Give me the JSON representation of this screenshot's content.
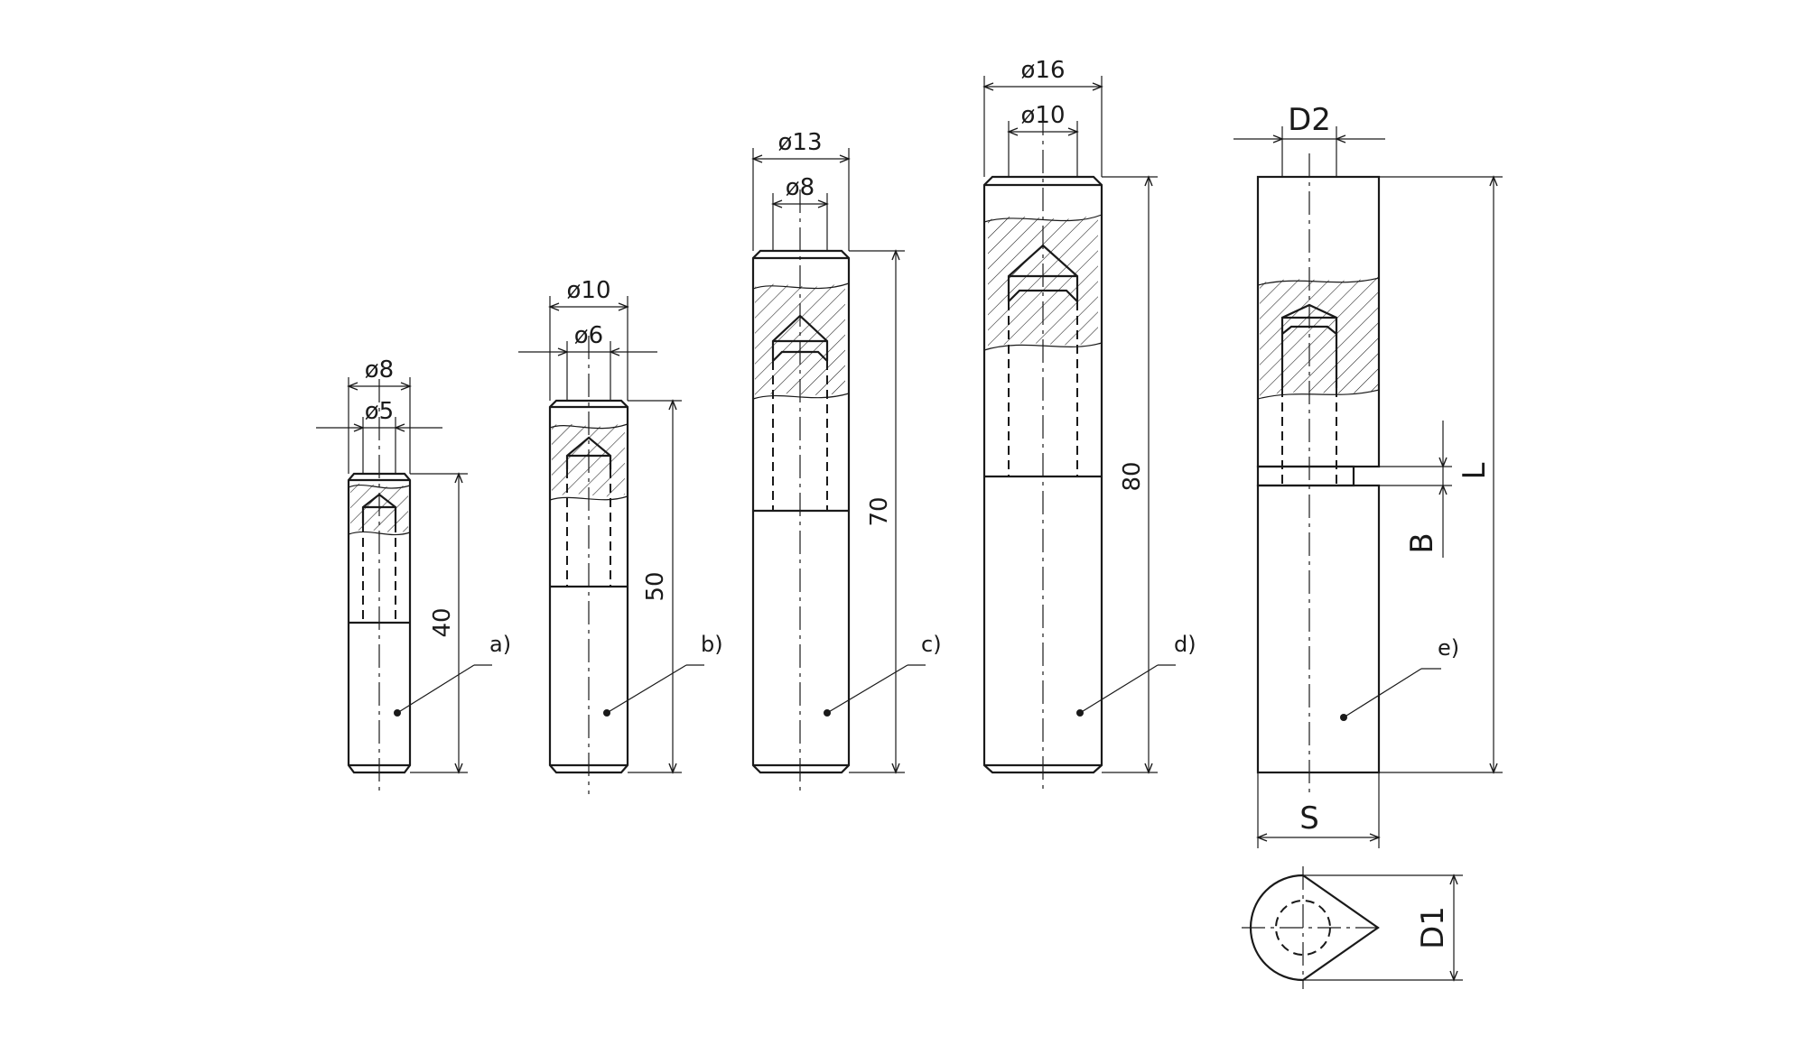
{
  "variants": [
    {
      "id": "a",
      "label": "a)",
      "outer_dia": "ø8",
      "inner_dia": "ø5",
      "length": "40"
    },
    {
      "id": "b",
      "label": "b)",
      "outer_dia": "ø10",
      "inner_dia": "ø6",
      "length": "50"
    },
    {
      "id": "c",
      "label": "c)",
      "outer_dia": "ø13",
      "inner_dia": "ø8",
      "length": "70"
    },
    {
      "id": "d",
      "label": "d)",
      "outer_dia": "ø16",
      "inner_dia": "ø10",
      "length": "80"
    },
    {
      "id": "e",
      "label": "e)",
      "pin_dia_symbol": "D2",
      "body_width_symbol": "S",
      "gap_symbol": "B",
      "length_symbol": "L",
      "profile_dia_symbol": "D1"
    }
  ]
}
